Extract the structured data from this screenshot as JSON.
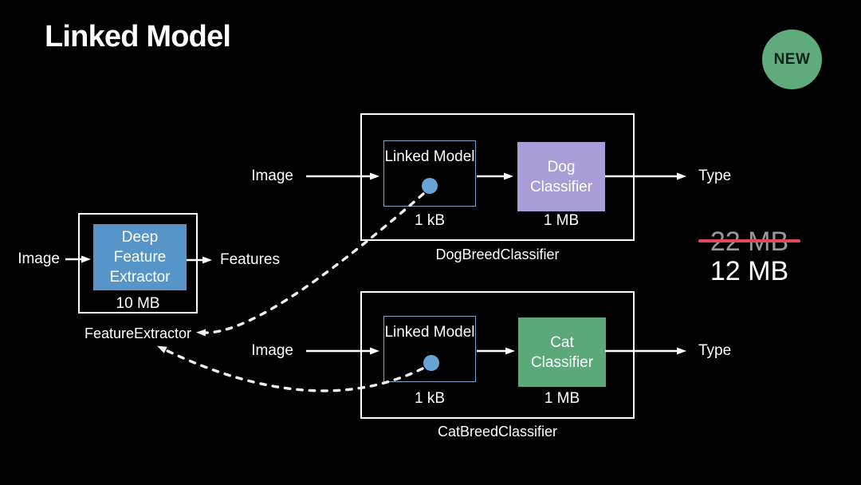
{
  "slide": {
    "title": "Linked Model",
    "badge": "NEW"
  },
  "feature_extractor": {
    "input": "Image",
    "box": "Deep Feature Extractor",
    "size": "10 MB",
    "output": "Features",
    "caption": "FeatureExtractor"
  },
  "dog_pipeline": {
    "input": "Image",
    "linked_model": "Linked Model",
    "linked_size": "1 kB",
    "classifier": "Dog Classifier",
    "classifier_size": "1 MB",
    "output": "Type",
    "caption": "DogBreedClassifier"
  },
  "cat_pipeline": {
    "input": "Image",
    "linked_model": "Linked Model",
    "linked_size": "1 kB",
    "classifier": "Cat Classifier",
    "classifier_size": "1 MB",
    "output": "Type",
    "caption": "CatBreedClassifier"
  },
  "totals": {
    "old": "22 MB",
    "new": "12 MB"
  },
  "icons": {
    "badge": "new-badge",
    "dot": "linked-model-dot",
    "arrow": "flow-arrow",
    "dashed_arrow": "link-reference-arrow"
  },
  "colors": {
    "background": "#000000",
    "badge_green": "#5FAB7B",
    "feature_blue": "#5795C8",
    "dog_purple": "#A89DD6",
    "cat_green": "#5BA878",
    "linked_border": "#7AA5C6",
    "dot_blue": "#68A5D7",
    "strike_red": "#E0485E",
    "old_total_gray": "#98989D"
  }
}
